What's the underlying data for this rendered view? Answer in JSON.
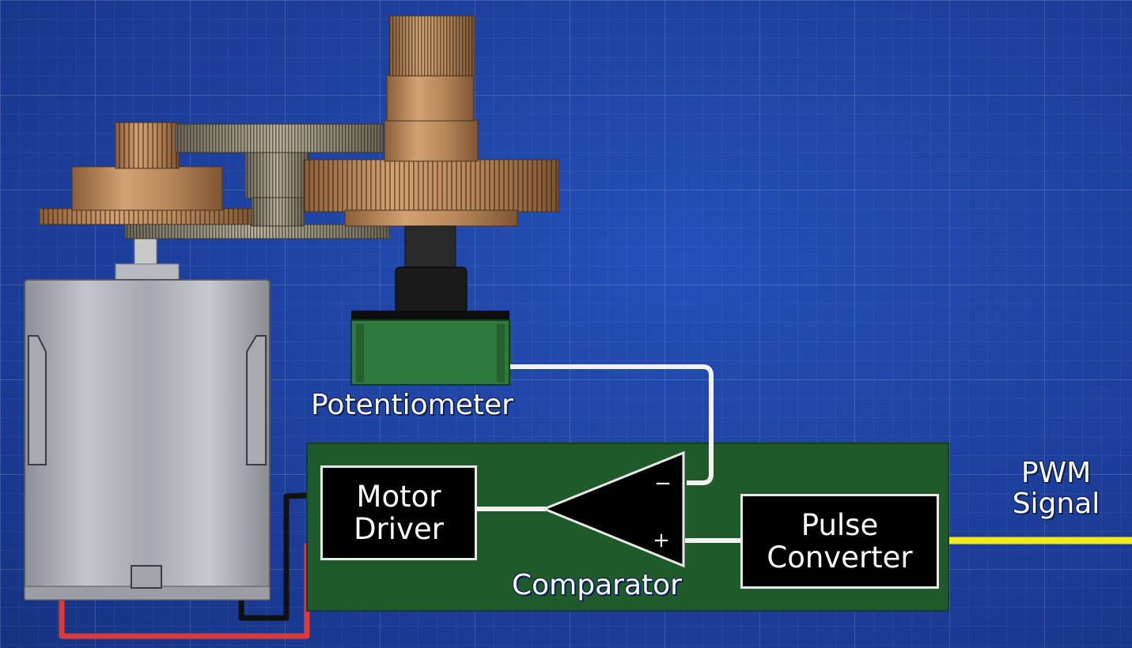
{
  "labels": {
    "potentiometer": "Potentiometer",
    "comparator": "Comparator",
    "pwm_line1": "PWM",
    "pwm_line2": "Signal"
  },
  "blocks": {
    "motor_driver": {
      "line1": "Motor",
      "line2": "Driver"
    },
    "pulse_converter": {
      "line1": "Pulse",
      "line2": "Converter"
    }
  },
  "comparator_inputs": {
    "minus": "−",
    "plus": "+"
  },
  "colors": {
    "board": "#1e5a2a",
    "wire_white": "#f2f2f2",
    "wire_yellow": "#f3ea1e",
    "wire_red": "#d93a3a",
    "wire_black": "#111111",
    "potentiometer_body": "#2e7a3c",
    "gear_bronze": "#b9885a"
  }
}
